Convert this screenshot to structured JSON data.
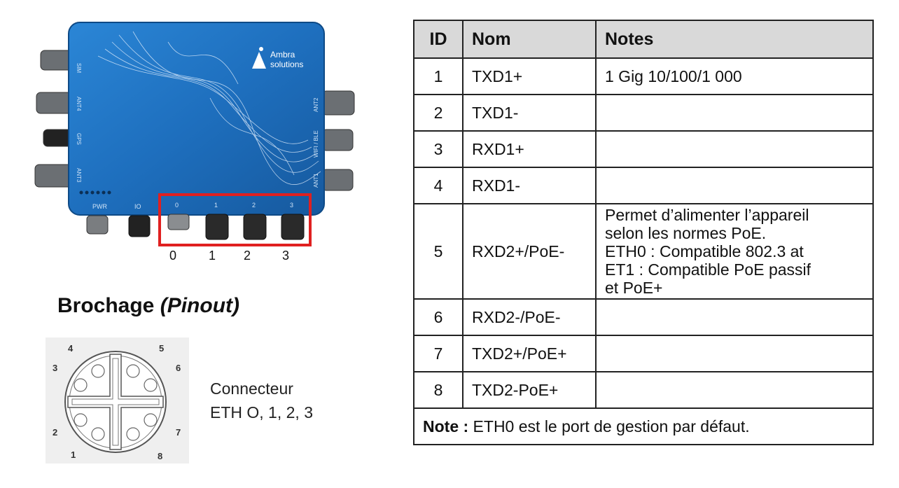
{
  "device": {
    "brand_line1": "Ambra",
    "brand_line2": "solutions",
    "left_labels": [
      "SIM",
      "ANT4",
      "GPS",
      "ANT3"
    ],
    "right_labels": [
      "ANT2",
      "WIFI / BLE",
      "ANT1"
    ],
    "bottom_labels": [
      "PWR",
      "IO",
      "0",
      "1",
      "2",
      "3"
    ],
    "highlight_color": "#e02020",
    "body_color": "#1f73c4"
  },
  "port_numbers": [
    "0",
    "1",
    "2",
    "3"
  ],
  "pinout": {
    "title_main": "Brochage ",
    "title_italic": "(Pinout)",
    "pins": [
      "1",
      "2",
      "3",
      "4",
      "5",
      "6",
      "7",
      "8"
    ],
    "connector_line1": "Connecteur",
    "connector_line2": "ETH O, 1, 2, 3"
  },
  "table": {
    "headers": [
      "ID",
      "Nom",
      "Notes"
    ],
    "rows": [
      {
        "id": "1",
        "name": "TXD1+",
        "notes": [
          "1 Gig 10/100/1 000"
        ]
      },
      {
        "id": "2",
        "name": "TXD1-",
        "notes": []
      },
      {
        "id": "3",
        "name": "RXD1+",
        "notes": []
      },
      {
        "id": "4",
        "name": "RXD1-",
        "notes": []
      },
      {
        "id": "5",
        "name": "RXD2+/PoE-",
        "notes": [
          "Permet d’alimenter l’appareil",
          "selon les normes PoE.",
          "ETH0 : Compatible 802.3 at",
          "ET1 : Compatible PoE passif",
          "et PoE+"
        ]
      },
      {
        "id": "6",
        "name": "RXD2-/PoE-",
        "notes": []
      },
      {
        "id": "7",
        "name": "TXD2+/PoE+",
        "notes": []
      },
      {
        "id": "8",
        "name": "TXD2-PoE+",
        "notes": []
      }
    ],
    "note_label": "Note :",
    "note_text": " ETH0 est le port de gestion par défaut."
  }
}
